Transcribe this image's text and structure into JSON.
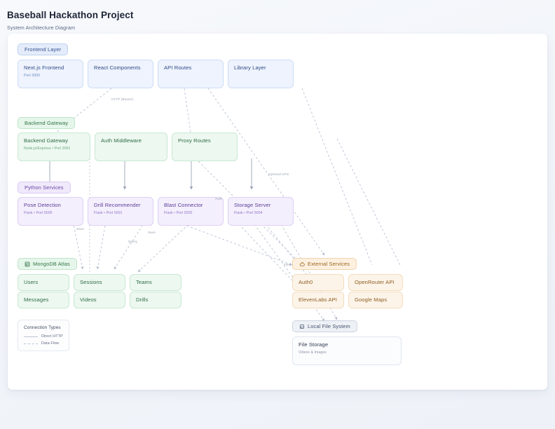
{
  "header": {
    "title": "Baseball Hackathon Project",
    "subtitle": "System Architecture Diagram"
  },
  "groups": {
    "frontend": {
      "label": "Frontend Layer",
      "icon": ""
    },
    "backend": {
      "label": "Backend Gateway",
      "icon": ""
    },
    "python": {
      "label": "Python Services",
      "icon": ""
    },
    "mongo": {
      "label": "MongoDB Atlas",
      "icon": "database-icon"
    },
    "external": {
      "label": "External Services",
      "icon": "cloud-icon"
    },
    "local": {
      "label": "Local File System",
      "icon": "hard-drive-icon"
    }
  },
  "frontend_nodes": [
    {
      "title": "Next.js Frontend",
      "sub": "Port 3000"
    },
    {
      "title": "React Components",
      "sub": ""
    },
    {
      "title": "API Routes",
      "sub": ""
    },
    {
      "title": "Library Layer",
      "sub": ""
    }
  ],
  "backend_nodes": [
    {
      "title": "Backend Gateway",
      "sub": "Node.js/Express • Port 3001"
    },
    {
      "title": "Auth Middleware",
      "sub": ""
    },
    {
      "title": "Proxy Routes",
      "sub": ""
    }
  ],
  "python_nodes": [
    {
      "title": "Pose Detection",
      "sub": "Flask • Port 5000"
    },
    {
      "title": "Drill Recommender",
      "sub": "Flask • Port 5001"
    },
    {
      "title": "Blast Connector",
      "sub": "Flask • Port 5002"
    },
    {
      "title": "Storage Server",
      "sub": "Flask • Port 5004"
    }
  ],
  "mongo_collections": [
    {
      "title": "Users"
    },
    {
      "title": "Sessions"
    },
    {
      "title": "Teams"
    },
    {
      "title": "Messages"
    },
    {
      "title": "Videos"
    },
    {
      "title": "Drills"
    }
  ],
  "external_services": [
    {
      "title": "Auth0"
    },
    {
      "title": "OpenRouter API"
    },
    {
      "title": "ElevenLabs API"
    },
    {
      "title": "Google Maps"
    }
  ],
  "local_nodes": [
    {
      "title": "File Storage",
      "sub": "Videos & Images"
    }
  ],
  "edge_labels": [
    {
      "text": "HTTP (Bearer)"
    },
    {
      "text": "Optional APIs"
    },
    {
      "text": "Save"
    },
    {
      "text": "Query"
    },
    {
      "text": "Save"
    },
    {
      "text": "Auth"
    },
    {
      "text": "Files"
    }
  ],
  "legend": {
    "title": "Connection Types",
    "items": [
      {
        "label": "Direct HTTP",
        "style": "solid"
      },
      {
        "label": "Data Flow",
        "style": "dashed"
      }
    ]
  },
  "colors": {
    "frontend": "#3b5ea8",
    "backend": "#3a7f53",
    "python": "#6a46a8",
    "external": "#9b6420",
    "local": "#44506a",
    "edge": "#b9c2d2"
  }
}
